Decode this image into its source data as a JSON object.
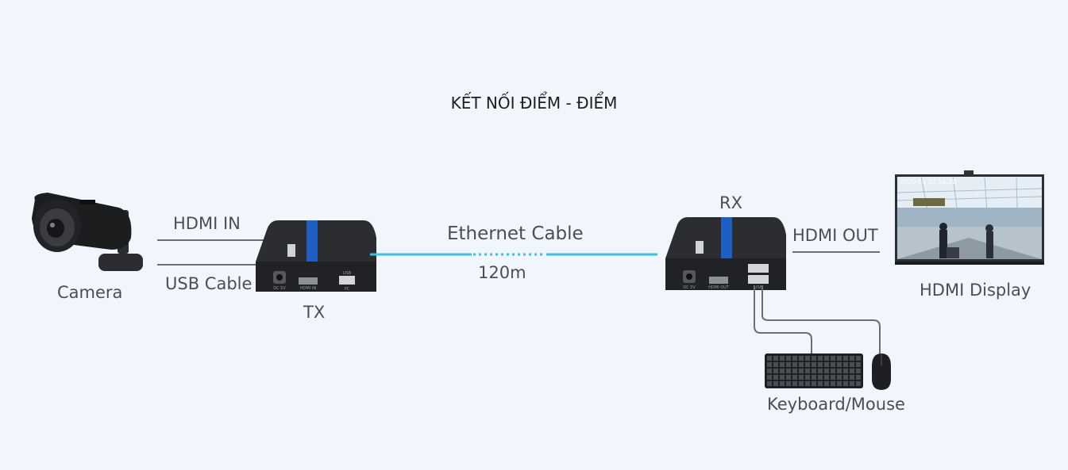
{
  "title": "KẾT NỐI ĐIỂM - ĐIỂM",
  "labels": {
    "camera": "Camera",
    "hdmi_in": "HDMI  IN",
    "usb_cable": "USB Cable",
    "tx": "TX",
    "ethernet_cable": "Ethernet Cable",
    "distance": "120m",
    "rx": "RX",
    "hdmi_out": "HDMI  OUT",
    "hdmi_display": "HDMI  Display",
    "keyboard_mouse": "Keyboard/Mouse"
  },
  "display_overlay": "2020 03 07 16:30",
  "device_ports": {
    "tx": [
      "DC 5V",
      "HDMI IN",
      "USB",
      "PC"
    ],
    "rx": [
      "DC 5V",
      "HDMI OUT",
      "USB"
    ]
  },
  "colors": {
    "ethernet": "#3cc2de",
    "wire": "#6a6e74",
    "device": "#2b2d30",
    "accent": "#1f5fc4"
  }
}
